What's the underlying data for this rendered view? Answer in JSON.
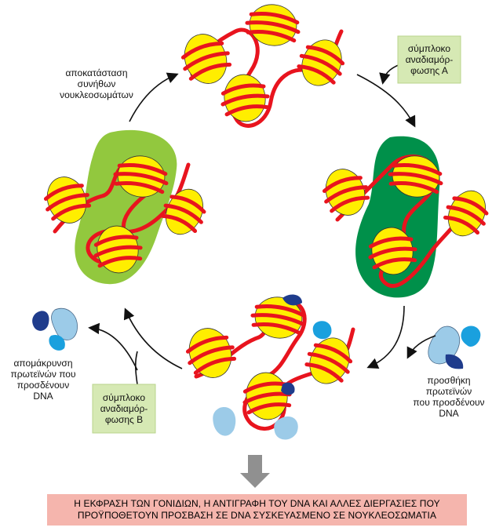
{
  "labels": {
    "restore": [
      "αποκατάσταση",
      "συνήθων",
      "νουκλεοσωμάτων"
    ],
    "complex_a": [
      "σύμπλοκο",
      "αναδιαμόρ-",
      "φωσης Α"
    ],
    "add_proteins": [
      "προσθήκη",
      "πρωτεϊνών",
      "που προσδένουν",
      "DNA"
    ],
    "complex_b": [
      "σύμπλοκο",
      "αναδιαμόρ-",
      "φωσης Β"
    ],
    "remove_proteins": [
      "απομάκρυνση",
      "πρωτεϊνών που",
      "προσδένουν",
      "DNA"
    ]
  },
  "banner": [
    "Η ΕΚΦΡΑΣΗ ΤΩΝ ΓΟΝΙΔΙΩΝ, Η ΑΝΤΙΓΡΑΦΗ ΤΟΥ DNA ΚΑΙ ΑΛΛΕΣ ΔΙΕΡΓΑΣΙΕΣ ΠΟΥ",
    "ΠΡΟΫΠΟΘΕΤΟΥΝ ΠΡΟΣΒΑΣΗ ΣΕ DNA ΣΥΣΚΕΥΑΣΜΕΝΟ ΣΕ ΝΟΥΚΛΕΟΣΩΜΑΤΙΑ"
  ],
  "colors": {
    "histone": "#ffee00",
    "dna": "#e8141e",
    "complex_a": "#00904a",
    "complex_b": "#92c83e",
    "box_fill": "#d6e9b4",
    "banner": "#f5b5ad",
    "protein_light": "#9ccbe8",
    "protein_dark": "#1f3c8c",
    "protein_mid": "#1aa0de",
    "arrow_down": "#909090"
  }
}
